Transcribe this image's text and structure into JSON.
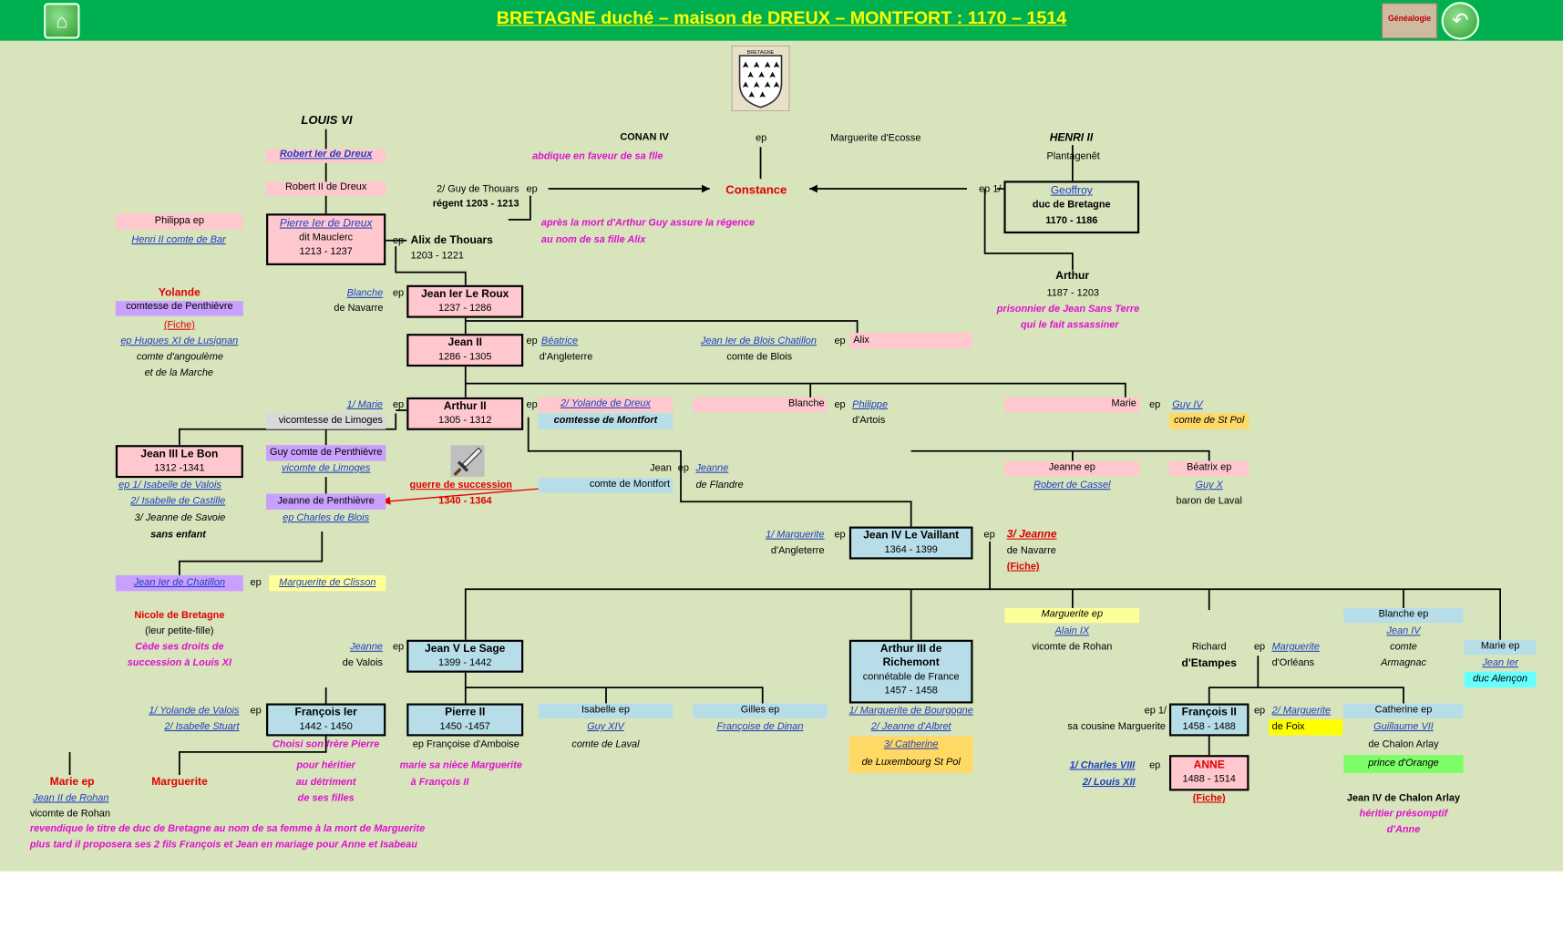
{
  "header": {
    "title": "BRETAGNE duché – maison de DREUX – MONTFORT : 1170 – 1514",
    "home_icon": "home-icon",
    "back_icon": "back-arrow-icon",
    "genealogie_label": "Généalogie",
    "shield_label": "BRETAGNE"
  },
  "colors": {
    "topbar": "#00b050",
    "title": "#ffff00",
    "background": "#d8e4bc",
    "pink": "#ffc7ce",
    "blue": "#b7dee8",
    "purple": "#c9a0ff",
    "yellow": "#ffff99",
    "red": "#e00000",
    "magenta": "#e010d0",
    "link": "#1f3fbf"
  },
  "t": {
    "louis": "LOUIS VI",
    "robert1": "Robert Ier de Dreux",
    "robert2": "Robert II de Dreux",
    "philippa": "Philippa ep",
    "henri2bar": "Henri II comte de Bar",
    "pierre1": "Pierre Ier de Dreux",
    "mauclerc": "dit Mauclerc",
    "pierre_d": "1213 - 1237",
    "ep": "ep",
    "alix": "Alix de Thouars",
    "alix_d": "1203 - 1221",
    "conan": "CONAN IV",
    "conan_n": "abdique en faveur de sa flle",
    "marg_ecosse": "Marguerite d'Ecosse",
    "henri2": "HENRI II",
    "plantagenet": "Plantagenêt",
    "guy_th": "2/ Guy de Thouars",
    "regent": "régent 1203 - 1213",
    "constance": "Constance",
    "ep1": "ep 1/",
    "geoffroy": "Geoffroy",
    "geoffroy_t": "duc de Bretagne",
    "geoffroy_d": "1170 - 1186",
    "apres1": "après la mort d'Arthur Guy assure la régence",
    "apres2": "au nom de sa fille Alix",
    "arthur": "Arthur",
    "arthur_d": "1187 - 1203",
    "prison1": "prisonnier de Jean Sans Terre",
    "prison2": "qui le fait assassiner",
    "yolande": "Yolande",
    "yol_t": "comtesse de Penthièvre",
    "yol_fiche": "(Fiche)",
    "yol_ep": "ep Huques XI de Lusignan",
    "angoul": "comte d'angoulème",
    "marche": "et de la Marche",
    "blanche": "Blanche",
    "navarre": "de Navarre",
    "jean1": "Jean Ier Le Roux",
    "jean1_d": "1237 - 1286",
    "jean2": "Jean II",
    "jean2_d": "1286 - 1305",
    "beatrice": "Béatrice",
    "angleterre": "d'Angleterre",
    "jean_blois": "Jean Ier de Blois Chatillon",
    "comte_blois": "comte de Blois",
    "alix2": "Alix",
    "marie1": "1/ Marie",
    "vic_limoges": "vicomtesse de Limoges",
    "arthur2": "Arthur II",
    "arthur2_d": "1305 - 1312",
    "yol_dreux": "2/ Yolande de Dreux",
    "comtesse_mont": "comtesse de Montfort",
    "blanche2": "Blanche",
    "philippe": "Philippe",
    "artois": "d'Artois",
    "marie2": "Marie",
    "guy4": "Guy IV",
    "stpol": "comte de St Pol",
    "jean3": "Jean III Le Bon",
    "jean3_d": "1312 -1341",
    "j3_ep1": "ep  1/  Isabelle de Valois",
    "j3_ep2": "2/ Isabelle de Castille",
    "j3_ep3": "3/ Jeanne de Savoie",
    "sans_enfant": "sans enfant",
    "guy_pen": "Guy comte de Penthièvre",
    "vic_lim2": "vicomte de Limoges",
    "jeanne_pen": "Jeanne de Penthièvre",
    "ep_blois": " ep Charles de Blois",
    "guerre": "guerre de succession",
    "guerre_d": "1340 - 1364",
    "jean_m": "Jean",
    "jeanne_f": "Jeanne",
    "cmontfort": "comte de Montfort",
    "flandre": "de Flandre",
    "jeanne_ep": "Jeanne ep",
    "rob_cassel": "Robert de Cassel",
    "beatrix": "Béatrix ep",
    "guyx": "Guy X",
    "laval": "baron de Laval",
    "marg1": "1/ Marguerite",
    "angl2": "d'Angleterre",
    "jean4": "Jean IV Le Vaillant",
    "jean4_d": "1364 - 1399",
    "jeanne3": "3/ Jeanne",
    "navarre2": "de Navarre",
    "fiche2": "(Fiche)",
    "jean_chat": "Jean Ier de Chatillon",
    "marg_clisson": "Marguerite de Clisson",
    "nicole": "Nicole de Bretagne",
    "petite": "(leur petite-fille)",
    "cede1": "Cède ses droits de",
    "cede2": "succession à Louis XI",
    "jeanne_v": "Jeanne",
    "valois": "de Valois",
    "jean5": "Jean V Le Sage",
    "jean5_d": "1399 - 1442",
    "arthur3a": "Arthur III de",
    "arthur3b": "Richemont",
    "connet": "connétable de France",
    "arthur3_d": "1457 - 1458",
    "marg_ep": "Marguerite ep",
    "alain9": "Alain IX",
    "vic_rohan": "vicomte de Rohan",
    "richard": "Richard",
    "etampes": "d'Etampes",
    "marg_orl": "Marguerite",
    "orleans": "d'Orléans",
    "blanche3": "Blanche ep",
    "jean4a": "Jean IV",
    "comte_a": "comte",
    "armagnac": "Armagnac",
    "marie3": "Marie ep",
    "jean_ier": "Jean Ier",
    "alencon": "duc Alençon",
    "yol_valois": "1/ Yolande de Valois",
    "isa_stuart": "2/ Isabelle Stuart",
    "francois1": "François Ier",
    "francois1_d": "1442 - 1450",
    "choisi1": "Choisi son frère Pierre",
    "choisi2": "pour héritier",
    "choisi3": "au détriment",
    "choisi4": "de ses filles",
    "pierre2": "Pierre II",
    "pierre2_d": "1450 -1457",
    "ep_amboise": "ep Françoise d'Amboise",
    "marie_niece1": "marie sa nièce Marguerite",
    "marie_niece2": "à François II",
    "isabelle": "Isabelle ep",
    "guy14": "Guy XIV",
    "comte_laval": "comte de Laval",
    "gilles": "Gilles ep",
    "fr_dinan": "Françoise de Dinan",
    "marg_bourg": "1/ Marguerite de Bourgogne",
    "jeanne_albret": "2/ Jeanne d'Albret",
    "catherine3": "3/ Catherine",
    "lux": "de Luxembourg St Pol",
    "cousine": "sa cousine  Marguerite",
    "francois2": "François II",
    "francois2_d": "1458 - 1488",
    "marg2": "2/ Marguerite",
    "foix": "de Foix",
    "catherine": "Catherine ep",
    "guill7": "Guillaume VII",
    "chalon": "de Chalon Arlay",
    "prince": "prince d'Orange",
    "jean4chalon": "Jean IV de Chalon Arlay",
    "heritier1": "héritier présomptif",
    "heritier2": "d'Anne",
    "charles8": "1/ Charles VIII",
    "louis12": "2/ Louis XII",
    "anne": "ANNE",
    "anne_d": "1488 - 1514",
    "fiche3": "(Fiche)",
    "marie_ep": "Marie ep",
    "marguerite": "Marguerite",
    "jean2rohan": "Jean II de Rohan",
    "vic_rohan2": "vicomte de Rohan",
    "revend": "revendique le titre de duc de Bretagne au nom de sa femme à la mort de Marguerite",
    "plus_tard": "plus tard il proposera ses 2 fils François et Jean en mariage pour Anne et Isabeau"
  }
}
